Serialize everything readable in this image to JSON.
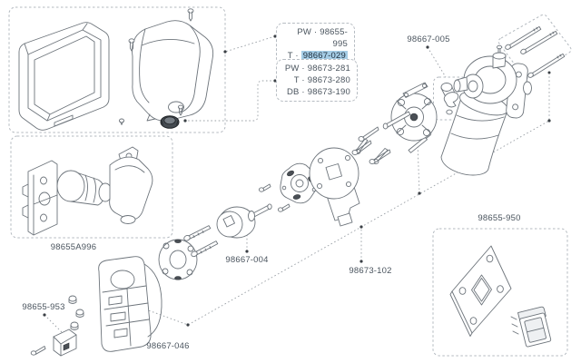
{
  "diagram_type": "exploded-parts-diagram",
  "colors": {
    "highlight": "#a5cde6",
    "line_art": "#6d747b",
    "leader_line": "#9aa0a6",
    "label_text": "#4a545e"
  },
  "callouts": {
    "cover_kit": {
      "rows": [
        {
          "prefix": "PW ·",
          "number": "98655-995",
          "highlighted": false
        },
        {
          "prefix": "T ·",
          "number": "98667-029",
          "highlighted": true
        }
      ]
    },
    "knob_kit": {
      "rows": [
        {
          "prefix": "PW ·",
          "number": "98673-281",
          "highlighted": false
        },
        {
          "prefix": "T ·",
          "number": "98673-280",
          "highlighted": false
        },
        {
          "prefix": "DB ·",
          "number": "98673-190",
          "highlighted": false
        }
      ]
    }
  },
  "part_labels": {
    "bushing_kit": "98667-005",
    "motor_unit": "98655A996",
    "clip_kit": "98655-953",
    "housing_kit": "98667-046",
    "coupling_kit": "98667-004",
    "gearbox_kit": "98673-102",
    "wall_plate_kit": "98655-950"
  }
}
